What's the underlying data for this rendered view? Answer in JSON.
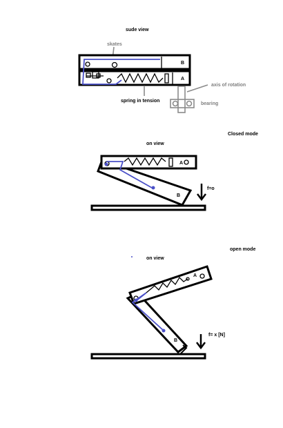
{
  "side_view": {
    "title": "sude view",
    "label_skates": "skates",
    "label_b": "B",
    "label_a": "A",
    "label_spring": "spring in tension",
    "label_axis": "axis of rotation",
    "label_bearing": "bearing"
  },
  "closed": {
    "mode": "Closed mode",
    "view": "on view",
    "label_a": "A",
    "label_b": "B",
    "force": "f=o"
  },
  "open": {
    "mode": "open  mode",
    "view": "on view",
    "label_a": "A",
    "label_b": "B",
    "force": "f= x [N]"
  },
  "colors": {
    "blue": "#4a50c8",
    "grey": "#808080",
    "black": "#000000"
  }
}
